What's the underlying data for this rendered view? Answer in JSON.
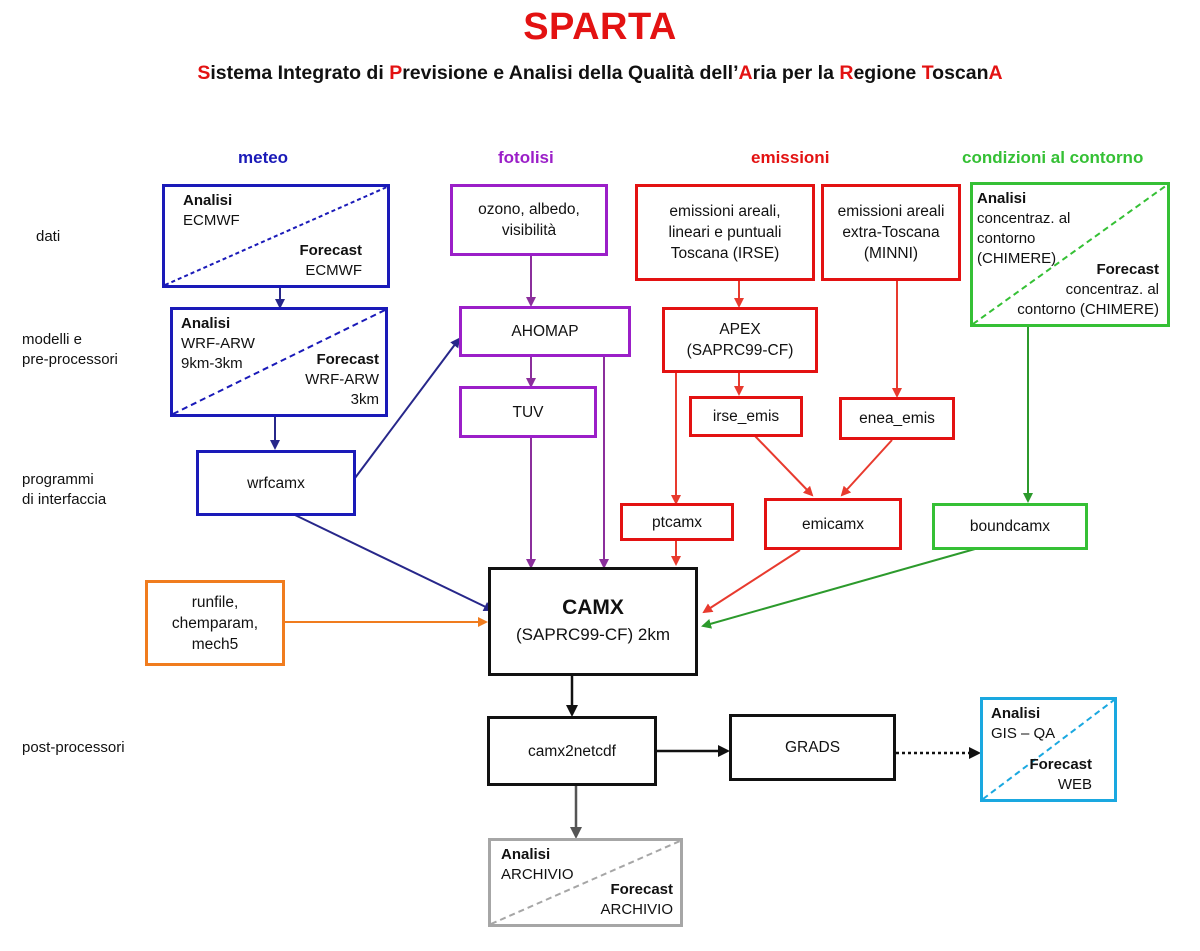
{
  "header": {
    "title": "SPARTA",
    "subtitle_parts": [
      {
        "text": "S",
        "red": true
      },
      {
        "text": "istema Integrato di ",
        "red": false
      },
      {
        "text": "P",
        "red": true
      },
      {
        "text": "revisione e Analisi della Qualità dell’",
        "red": false
      },
      {
        "text": "A",
        "red": true
      },
      {
        "text": "ria per la ",
        "red": false
      },
      {
        "text": "R",
        "red": true
      },
      {
        "text": "egione ",
        "red": false
      },
      {
        "text": "T",
        "red": true
      },
      {
        "text": "oscan",
        "red": false
      },
      {
        "text": "A",
        "red": true
      }
    ]
  },
  "columns": {
    "meteo": "meteo",
    "fotolisi": "fotolisi",
    "emissioni": "emissioni",
    "contorno": "condizioni al contorno"
  },
  "rows": {
    "dati": "dati",
    "modelli": "modelli e\npre-processori",
    "interfaccia": "programmi\ndi interfaccia",
    "post": "post-processori"
  },
  "boxes": {
    "meteo_dati": {
      "a_title": "Analisi",
      "a_text": "ECMWF",
      "f_title": "Forecast",
      "f_text": "ECMWF"
    },
    "meteo_wrf": {
      "a_title": "Analisi",
      "a_text": "WRF-ARW\n9km-3km",
      "f_title": "Forecast",
      "f_text": "WRF-ARW\n3km"
    },
    "wrfcamx": "wrfcamx",
    "ozono": "ozono, albedo,\nvisibilità",
    "ahomap": "AHOMAP",
    "tuv": "TUV",
    "emis_irse": "emissioni areali,\nlineari e puntuali\nToscana (IRSE)",
    "emis_minni": "emissioni areali\nextra-Toscana\n(MINNI)",
    "apex": "APEX\n(SAPRC99-CF)",
    "irse_emis": "irse_emis",
    "enea_emis": "enea_emis",
    "ptcamx": "ptcamx",
    "emicamx": "emicamx",
    "bc_dati": {
      "a_title": "Analisi",
      "a_text": "concentraz. al\ncontorno\n(CHIMERE)",
      "f_title": "Forecast",
      "f_text": "concentraz. al\ncontorno (CHIMERE)"
    },
    "boundcamx": "boundcamx",
    "runfile": "runfile,\nchemparam,\nmech5",
    "camx_title": "CAMX",
    "camx_sub": "(SAPRC99-CF) 2km",
    "camx2netcdf": "camx2netcdf",
    "grads": "GRADS",
    "gis": {
      "a_title": "Analisi",
      "a_text": "GIS – QA",
      "f_title": "Forecast",
      "f_text": "WEB"
    },
    "archivio": {
      "a_title": "Analisi",
      "a_text": "ARCHIVIO",
      "f_title": "Forecast",
      "f_text": "ARCHIVIO"
    }
  },
  "colors": {
    "meteo": "#1a1ab8",
    "fotolisi": "#9b1fc8",
    "emissioni": "#e31212",
    "contorno": "#35c035",
    "runfile": "#f07c1e",
    "gis": "#1aa8e0",
    "archivio": "#a6a6a6",
    "black": "#111111"
  }
}
